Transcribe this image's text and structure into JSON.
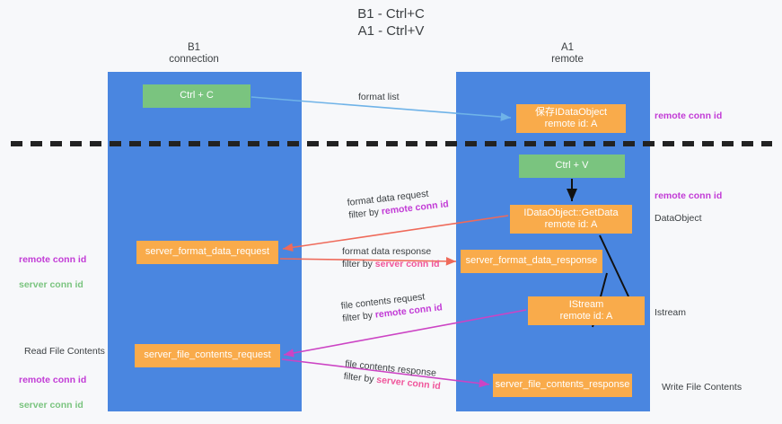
{
  "diagram": {
    "title": "B1 - Ctrl+C\nA1 - Ctrl+V",
    "columns": [
      {
        "id": "b1",
        "label": "B1\nconnection"
      },
      {
        "id": "a1",
        "label": "A1\nremote"
      }
    ],
    "nodes": [
      {
        "id": "ctrl-c",
        "label": "Ctrl + C",
        "color": "#7ac47f"
      },
      {
        "id": "idataobject",
        "label": "保存IDataObject\nremote id: A",
        "color": "#f9ab4b"
      },
      {
        "id": "ctrl-v",
        "label": "Ctrl + V",
        "color": "#7ac47f"
      },
      {
        "id": "idataobject-getdata",
        "label": "IDataObject::GetData\nremote id: A",
        "color": "#f9ab4b"
      },
      {
        "id": "server-format-data-request",
        "label": "server_format_data_request",
        "color": "#f9ab4b"
      },
      {
        "id": "server-format-data-response",
        "label": "server_format_data_response",
        "color": "#f9ab4b"
      },
      {
        "id": "istream",
        "label": "IStream\nremote id: A",
        "color": "#f9ab4b"
      },
      {
        "id": "server-file-contents-request",
        "label": "server_file_contents_request",
        "color": "#f9ab4b"
      },
      {
        "id": "server-file-contents-response",
        "label": "server_file_contents_response",
        "color": "#f9ab4b"
      }
    ],
    "edge_labels": {
      "format_list": "format list",
      "format_data_request": "format data request",
      "format_data_request_filter_prefix": "filter by ",
      "format_data_request_filter_key": "remote conn id",
      "format_data_response": "format data response",
      "format_data_response_filter_prefix": "filter by ",
      "format_data_response_filter_key": "server conn id",
      "file_contents_request": "file contents request",
      "file_contents_request_filter_prefix": "filter by ",
      "file_contents_request_filter_key": "remote conn id",
      "file_contents_response": "file contents response",
      "file_contents_response_filter_prefix": "filter by ",
      "file_contents_response_filter_key": "server conn id"
    },
    "annotations": {
      "remote_conn_id_top": "remote conn id",
      "remote_conn_id_mid": "remote conn id",
      "dataobject": "DataObject",
      "istream": "Istream",
      "write_file_contents": "Write File Contents",
      "read_file_contents": "Read File Contents",
      "remote_conn_id_left": "remote conn id",
      "server_conn_id_left": "server conn id",
      "remote_conn_id_left2": "remote conn id",
      "server_conn_id_left2": "server conn id"
    },
    "colors": {
      "lane": "#4a86e0",
      "green_node": "#7ac47f",
      "orange_node": "#f9ab4b",
      "remote_conn_id": "#c23bd6",
      "server_conn_id": "#f0559b",
      "server_conn_id_left": "#7ac47f",
      "arrow_blue": "#6fb3e8",
      "arrow_red": "#ef6a5a",
      "arrow_magenta": "#cc44c4",
      "arrow_black": "#111111",
      "separator": "#222222",
      "background": "#f7f8fa"
    }
  }
}
